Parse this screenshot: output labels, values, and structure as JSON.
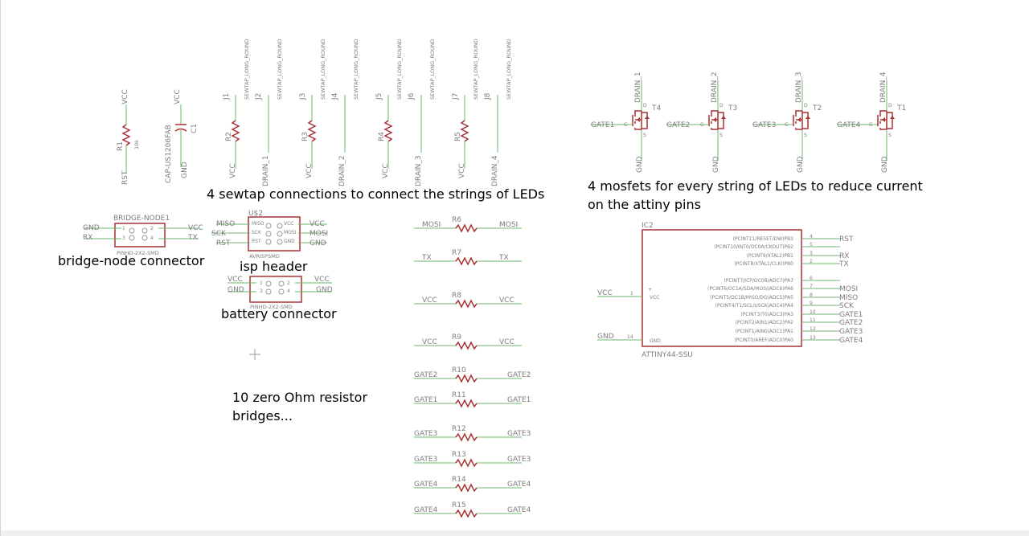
{
  "notes": {
    "sewtap": "4 sewtap connections to connect the strings of LEDs",
    "mosfets_1": "4 mosfets for every string of LEDs to reduce current",
    "mosfets_2": "on the attiny pins",
    "bridge": "bridge-node connector",
    "isp": "isp header",
    "battery": "battery connector",
    "zero_ohm_1": "10 zero Ohm resistor",
    "zero_ohm_2": "bridges..."
  },
  "r1": {
    "name": "R1",
    "value": "10k",
    "top": "VCC",
    "bottom": "RST"
  },
  "c1": {
    "name": "C1",
    "value": "CAP-US1206FAB",
    "top": "VCC",
    "bottom": "GND"
  },
  "sewtaps": [
    {
      "j1": "J1",
      "j1_label": "SEWTAP_LONG_ROUND",
      "j2": "J2",
      "j2_label": "SEWTAP_LONG_ROUND",
      "r": "R2",
      "vcc": "VCC",
      "drain": "DRAIN_1"
    },
    {
      "j1": "J3",
      "j1_label": "SEWTAP_LONG_ROUND",
      "j2": "J4",
      "j2_label": "SEWTAP_LONG_ROUND",
      "r": "R3",
      "vcc": "VCC",
      "drain": "DRAIN_2"
    },
    {
      "j1": "J5",
      "j1_label": "SEWTAP_LONG_ROUND",
      "j2": "J6",
      "j2_label": "SEWTAP_LONG_ROUND",
      "r": "R4",
      "vcc": "VCC",
      "drain": "DRAIN_3"
    },
    {
      "j1": "J7",
      "j1_label": "SEWTAP_LONG_ROUND",
      "j2": "J8",
      "j2_label": "SEWTAP_LONG_ROUND",
      "r": "R5",
      "vcc": "VCC",
      "drain": "DRAIN_4"
    }
  ],
  "mosfets": [
    {
      "name": "T4",
      "gate": "GATE1",
      "drain": "DRAIN_1",
      "gnd": "GND"
    },
    {
      "name": "T3",
      "gate": "GATE2",
      "drain": "DRAIN_2",
      "gnd": "GND"
    },
    {
      "name": "T2",
      "gate": "GATE3",
      "drain": "DRAIN_3",
      "gnd": "GND"
    },
    {
      "name": "T1",
      "gate": "GATE4",
      "drain": "DRAIN_4",
      "gnd": "GND"
    }
  ],
  "bridge_node": {
    "name": "BRIDGE-NODE1",
    "package": "PINHD-2X2-SMD",
    "left": [
      "GND",
      "RX"
    ],
    "right": [
      "VCC",
      "TX"
    ],
    "pins": [
      "1",
      "2",
      "3",
      "4"
    ]
  },
  "isp": {
    "name": "U$2",
    "package": "AVRISPSMD",
    "left": [
      "MISO",
      "SCK",
      "RST"
    ],
    "right": [
      "VCC",
      "MOSI",
      "GND"
    ],
    "inner_left": [
      "MISO",
      "SCK",
      "RST"
    ],
    "inner_right": [
      "VCC",
      "MOSI",
      "GND"
    ]
  },
  "battery": {
    "package": "PINHD-2X2-SMD",
    "left": [
      "VCC",
      "GND"
    ],
    "right": [
      "VCC",
      "GND"
    ],
    "pins": [
      "1",
      "2",
      "3",
      "4"
    ]
  },
  "resistors": [
    {
      "name": "R6",
      "left": "MOSI",
      "right": "MOSI"
    },
    {
      "name": "R7",
      "left": "TX",
      "right": "TX"
    },
    {
      "name": "R8",
      "left": "VCC",
      "right": "VCC"
    },
    {
      "name": "R9",
      "left": "VCC",
      "right": "VCC"
    },
    {
      "name": "R10",
      "left": "GATE2",
      "right": "GATE2"
    },
    {
      "name": "R11",
      "left": "GATE1",
      "right": "GATE1"
    },
    {
      "name": "R12",
      "left": "GATE3",
      "right": "GATE3"
    },
    {
      "name": "R13",
      "left": "GATE3",
      "right": "GATE3"
    },
    {
      "name": "R14",
      "left": "GATE4",
      "right": "GATE4"
    },
    {
      "name": "R15",
      "left": "GATE4",
      "right": "GATE4"
    }
  ],
  "ic2": {
    "name": "IC2",
    "part": "ATTINY44-SSU",
    "vcc_net": "VCC",
    "vcc_pin": "1",
    "vcc_inner": "VCC",
    "gnd_net": "GND",
    "gnd_pin": "14",
    "gnd_inner": "GND",
    "plus": "+",
    "pins": [
      {
        "fn": "(PCINT11/RESET/DW)PB3",
        "num": "4",
        "net": "RST"
      },
      {
        "fn": "(PCINT10/INT0/OC0A/CKOUT)PB2",
        "num": "5",
        "net": ""
      },
      {
        "fn": "(PCINT9/XTAL2)PB1",
        "num": "3",
        "net": "RX"
      },
      {
        "fn": "(PCINT8/XTAL1/CLKI)PB0",
        "num": "2",
        "net": "TX"
      },
      {
        "fn": "(PCINT7/ICP/OC0B/ADC7)PA7",
        "num": "6",
        "net": ""
      },
      {
        "fn": "(PCINT6/OC1A/SDA/MOSI/ADC6)PA6",
        "num": "7",
        "net": "MOSI"
      },
      {
        "fn": "(PCINT5/OC1B/MISO/DO/ADC5)PA5",
        "num": "8",
        "net": "MISO"
      },
      {
        "fn": "(PCINT4/T1/SCL/USCK/ADC4)PA4",
        "num": "9",
        "net": "SCK"
      },
      {
        "fn": "(PCINT3/T0/ADC3)PA3",
        "num": "10",
        "net": "GATE1"
      },
      {
        "fn": "(PCINT2/AIN1/ADC2)PA2",
        "num": "11",
        "net": "GATE2"
      },
      {
        "fn": "(PCINT1/AIN0/ADC1)PA1",
        "num": "12",
        "net": "GATE3"
      },
      {
        "fn": "(PCINT0/AREF/ADC0)PA0",
        "num": "13",
        "net": "GATE4"
      }
    ]
  },
  "mosfet_pins": {
    "drain": "D",
    "gate": "G",
    "source": "S"
  }
}
